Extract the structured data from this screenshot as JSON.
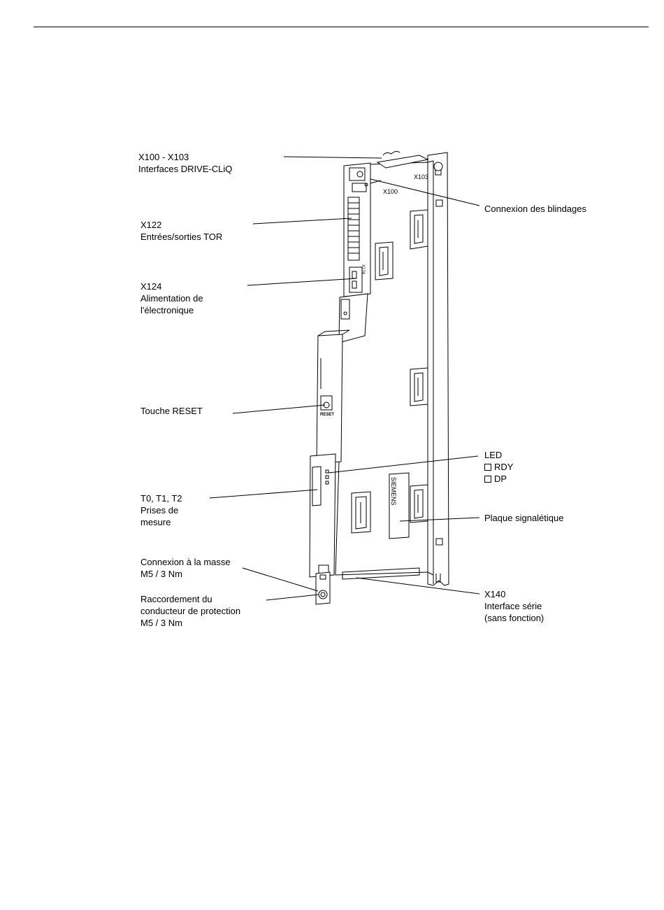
{
  "labels": {
    "x100_x103": [
      "X100 - X103",
      "Interfaces DRIVE-CLiQ"
    ],
    "x122": [
      "X122",
      "Entrées/sorties TOR"
    ],
    "x124": [
      "X124",
      "Alimentation de",
      "l'électronique"
    ],
    "reset": [
      "Touche RESET"
    ],
    "t0t1t2": [
      "T0, T1, T2",
      "Prises de",
      "mesure"
    ],
    "ground": [
      "Connexion à la masse",
      "M5 / 3 Nm"
    ],
    "protective": [
      "Raccordement du",
      "conducteur de protection",
      "M5 / 3 Nm"
    ],
    "shield": [
      "Connexion des blindages"
    ],
    "led": {
      "title": "LED",
      "items": [
        "RDY",
        "DP"
      ]
    },
    "nameplate": [
      "Plaque signalétique"
    ],
    "x140": [
      "X140",
      "Interface série",
      "(sans fonction)"
    ]
  },
  "device_marks": {
    "x103": "X103",
    "x100": "X100",
    "x124_small": "X124",
    "reset_small": "RESET",
    "brand": "SIEMENS"
  }
}
